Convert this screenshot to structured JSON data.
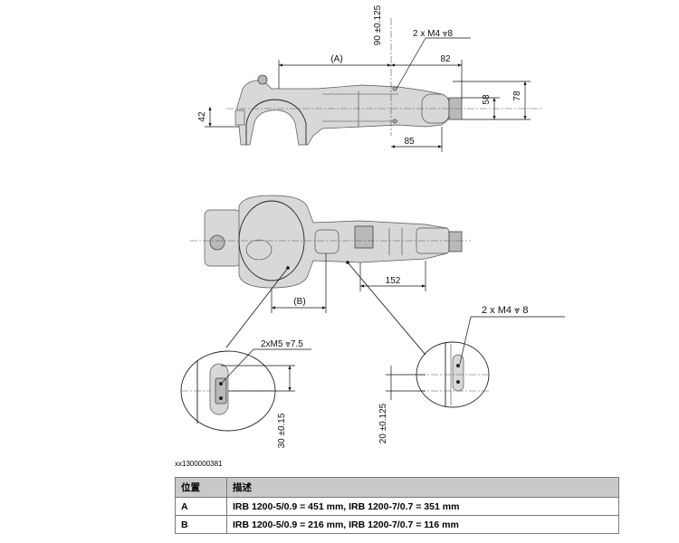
{
  "drawing": {
    "dims": {
      "top_left_42": "42",
      "vertical_90": "90 ±0.125",
      "thread_top": "2 x M4",
      "thread_top_depth": "8",
      "label_A": "(A)",
      "dim_82": "82",
      "dim_58": "58",
      "dim_78": "78",
      "dim_85": "85",
      "dim_152": "152",
      "label_B": "(B)",
      "thread_right": "2 x M4",
      "thread_right_depth": "8",
      "thread_left": "2xM5",
      "thread_left_depth": "7.5",
      "dim_30": "30 ±0.15",
      "dim_20": "20 ±0.125"
    },
    "code": "xx1300000381"
  },
  "legend": {
    "headers": [
      "位置",
      "描述"
    ],
    "rows": [
      {
        "pos": "A",
        "desc": "IRB 1200-5/0.9 = 451 mm, IRB 1200-7/0.7 = 351 mm"
      },
      {
        "pos": "B",
        "desc": "IRB 1200-5/0.9 = 216 mm, IRB 1200-7/0.7 = 116 mm"
      }
    ]
  }
}
